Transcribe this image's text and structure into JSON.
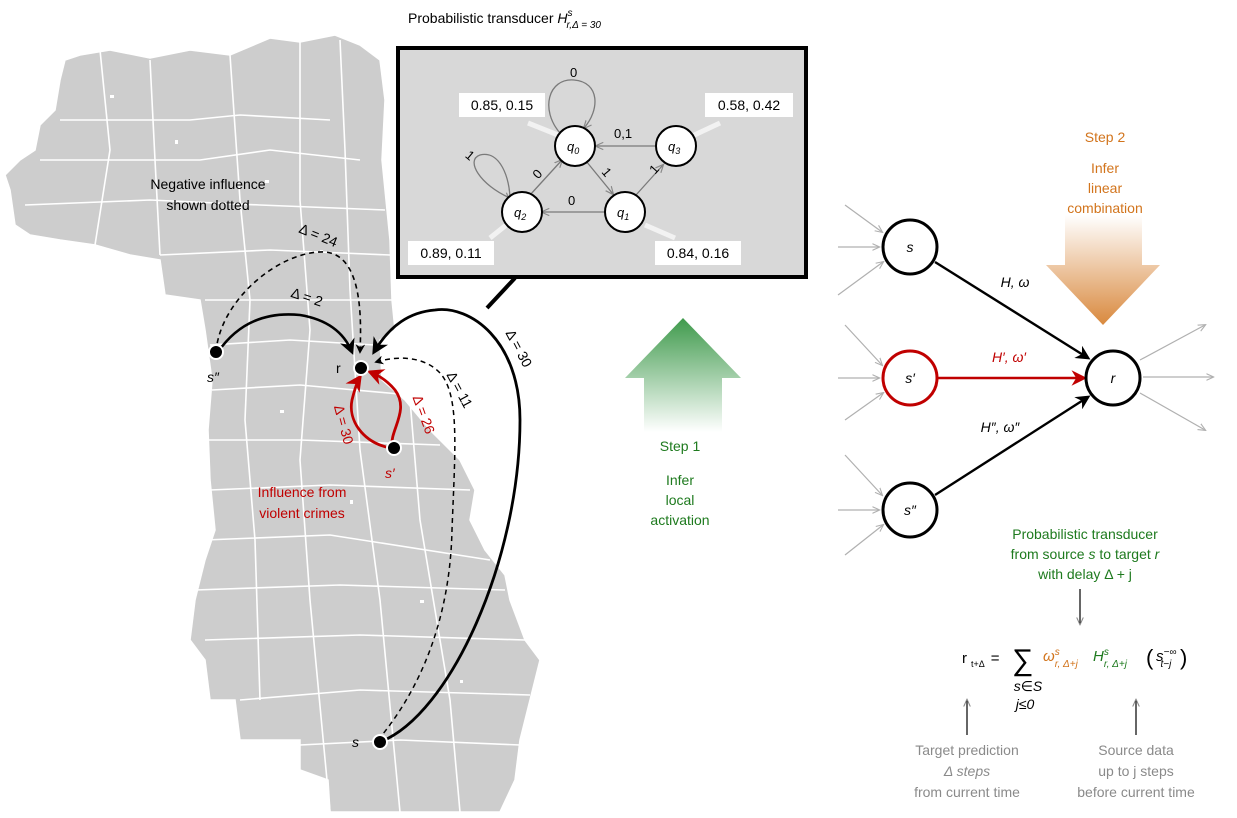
{
  "colors": {
    "map_fill": "#cdcdcd",
    "map_border": "#ffffff",
    "inset_bg": "#d8d8d8",
    "negative_red": "#c00000",
    "step1_green": "#1e7a1e",
    "step2_orange": "#d2741c",
    "gray_text": "#8a8a8a",
    "arrow_gray": "#a8a8a8"
  },
  "transducer": {
    "title_prefix": "Probabilistic transducer ",
    "title_H": "H",
    "title_sup": "s",
    "title_sub": "r,Δ = 30",
    "states": {
      "q0": "q",
      "q1": "q",
      "q2": "q",
      "q3": "q",
      "sub0": "0",
      "sub1": "1",
      "sub2": "2",
      "sub3": "3"
    },
    "edge_labels": {
      "q0_self": "0",
      "q2_self": "1",
      "q3_q0": "0,1",
      "q2_q0": "0",
      "q0_q1": "1",
      "q1_q2": "0",
      "q1_q3": "1"
    },
    "probs": {
      "q0": "0.85, 0.15",
      "q3": "0.58, 0.42",
      "q2": "0.89, 0.11",
      "q1": "0.84, 0.16"
    }
  },
  "map": {
    "negative_note_line1": "Negative influence",
    "negative_note_line2": "shown dotted",
    "violent_line1": "Influence from",
    "violent_line2": "violent crimes",
    "node_r": "r",
    "node_s": "s",
    "node_s1": "s′",
    "node_s2": "s″",
    "delta_24": "Δ = 24",
    "delta_2": "Δ = 2",
    "delta_30_black": "Δ = 30",
    "delta_11": "Δ = 11",
    "delta_26": "Δ = 26",
    "delta_30_red": "Δ = 30"
  },
  "step1": {
    "title": "Step 1",
    "line1": "Infer",
    "line2": "local",
    "line3": "activation"
  },
  "step2": {
    "title": "Step 2",
    "line1": "Infer",
    "line2": "linear",
    "line3": "combination"
  },
  "network": {
    "node_s": "s",
    "node_s1": "s′",
    "node_s2": "s″",
    "node_r": "r",
    "edge_top": "H, ω",
    "edge_mid": "H′, ω′",
    "edge_bot": "H″, ω″"
  },
  "caption": {
    "line1": "Probabilistic transducer",
    "line2_prefix": "from source ",
    "line2_s": "s",
    "line2_mid": " to target ",
    "line2_r": "r",
    "line3": "with delay Δ + j"
  },
  "formula": {
    "lhs": "r",
    "lhs_sub": "t+Δ",
    "equals": "=",
    "sum": "∑",
    "sum_sub1": "s∈S",
    "sum_sub2": "j≤0",
    "omega": "ω",
    "omega_sup": "s",
    "omega_sub": "r, Δ+j",
    "H": "H",
    "H_sup": "s",
    "H_sub": "r, Δ+j",
    "paren_open": "(",
    "arg": "s",
    "arg_sup": "−∞",
    "arg_sub": "t−j",
    "paren_close": ")"
  },
  "notes": {
    "target_line1": "Target prediction",
    "target_line2": "Δ steps",
    "target_line3": "from current time",
    "source_line1": "Source data",
    "source_line2": "up to j steps",
    "source_line3": "before current time"
  }
}
